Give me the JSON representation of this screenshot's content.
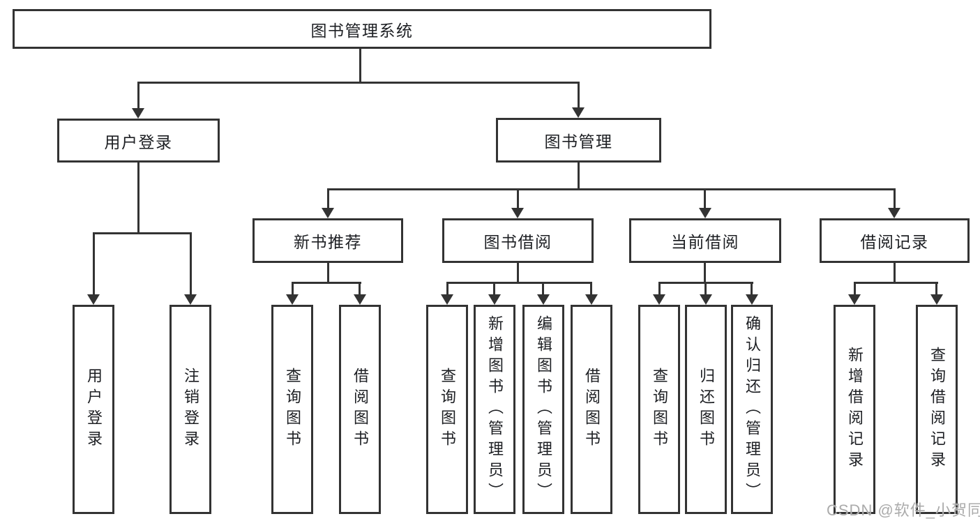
{
  "colors": {
    "line": "#333333",
    "text": "#1d1f23",
    "watermark": "#ababab",
    "background": "#ffffff"
  },
  "tree": {
    "label": "图书管理系统",
    "children": [
      {
        "label": "用户登录",
        "children": [
          {
            "label": "用户登录"
          },
          {
            "label": "注销登录"
          }
        ]
      },
      {
        "label": "图书管理",
        "children": [
          {
            "label": "新书推荐",
            "children": [
              {
                "label": "查询图书"
              },
              {
                "label": "借阅图书"
              }
            ]
          },
          {
            "label": "图书借阅",
            "children": [
              {
                "label": "查询图书"
              },
              {
                "label": "新增图书（管理员）"
              },
              {
                "label": "编辑图书（管理员）"
              },
              {
                "label": "借阅图书"
              }
            ]
          },
          {
            "label": "当前借阅",
            "children": [
              {
                "label": "查询图书"
              },
              {
                "label": "归还图书"
              },
              {
                "label": "确认归还（管理员）"
              }
            ]
          },
          {
            "label": "借阅记录",
            "children": [
              {
                "label": "新增借阅记录"
              },
              {
                "label": "查询借阅记录"
              }
            ]
          }
        ]
      }
    ]
  },
  "watermark": {
    "text": "CSDN @软件_小贺同学"
  }
}
